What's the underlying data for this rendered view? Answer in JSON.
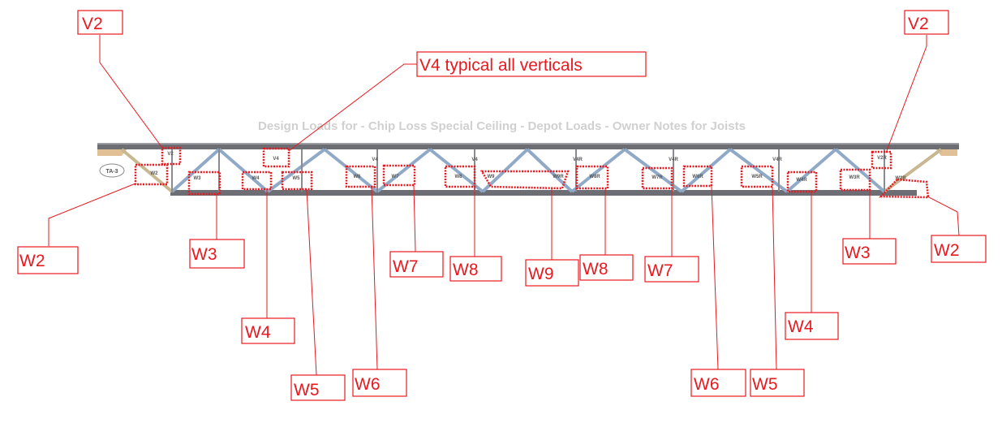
{
  "diagram": {
    "faded_title": "Design Loads for - Chip Loss Special Ceiling - Depot Loads - Owner Notes for Joists",
    "tag_label": "TA-3",
    "colors": {
      "callout": "#e8191f",
      "chord": "#6d6e73",
      "web_blue": "#8fa9c7",
      "web_tan": "#c8b892",
      "seat": "#d9b07a",
      "background": "#ffffff"
    },
    "callouts": {
      "v2_left": "V2",
      "v4_note": "V4 typical all verticals",
      "v2_right": "V2",
      "w2_left": "W2",
      "w3_left": "W3",
      "w4_left": "W4",
      "w5_left": "W5",
      "w6_left": "W6",
      "w7_left": "W7",
      "w8_left": "W8",
      "w9": "W9",
      "w8_right": "W8",
      "w7_right": "W7",
      "w6_right": "W6",
      "w5_right": "W5",
      "w4_right": "W4",
      "w3_right": "W3",
      "w2_right": "W2"
    },
    "member_tags": {
      "t1": "V2",
      "t2": "W2",
      "t3": "W3",
      "t4": "V4",
      "t5": "W4",
      "t6": "W5",
      "t7": "V4",
      "t8": "W6",
      "t9": "W7",
      "t10": "V4",
      "t11": "W8",
      "t12": "W9",
      "t13": "W9R",
      "t14": "V4R",
      "t15": "W8R",
      "t16": "V4R",
      "t17": "W7R",
      "t18": "W6R",
      "t19": "V4R",
      "t20": "W5R",
      "t21": "W4R",
      "t22": "W3R",
      "t23": "V2R",
      "t24": "W2R"
    }
  }
}
